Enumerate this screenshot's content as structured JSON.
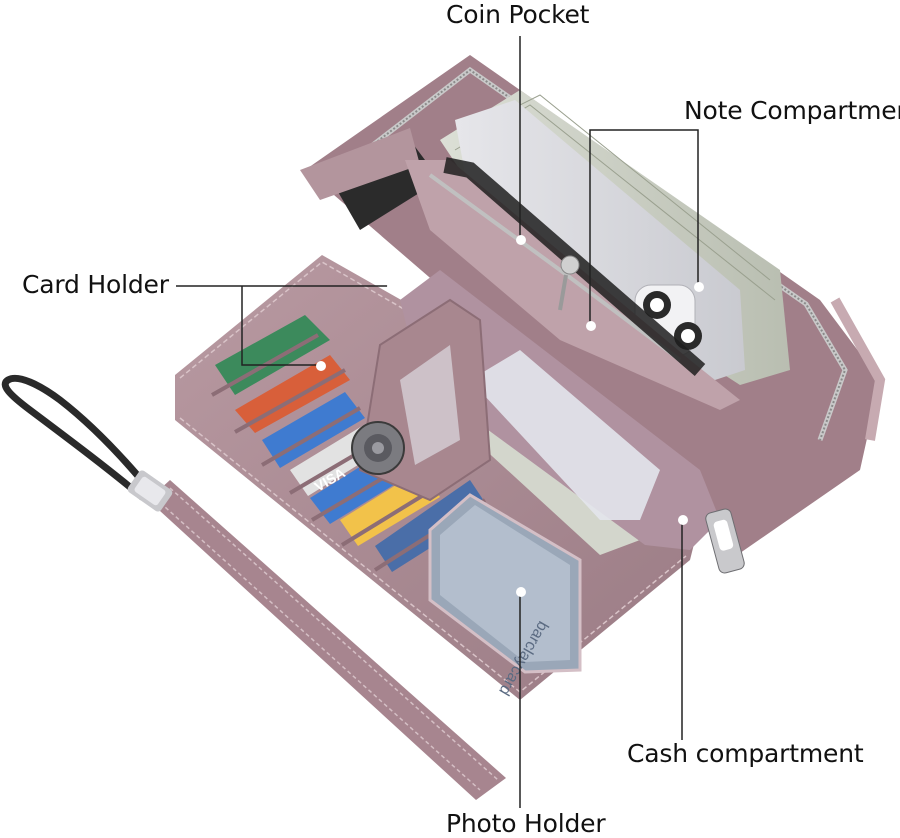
{
  "colors": {
    "leather": "#a78890",
    "leather_dark": "#8e6f78",
    "leather_light": "#bc9ea5",
    "stitch": "#d9c3c8",
    "zipper": "#b8b8b8",
    "lining": "#2b2b2b",
    "leader_line": "#222222"
  },
  "labels": {
    "coin_pocket": "Coin Pocket",
    "note_compartment": "Note Compartmen",
    "card_holder": "Card Holder",
    "cash_compartment": "Cash compartment",
    "photo_holder": "Photo Holder"
  },
  "card_texts": {
    "visa": "VISA",
    "id_card": "barclaycard"
  }
}
